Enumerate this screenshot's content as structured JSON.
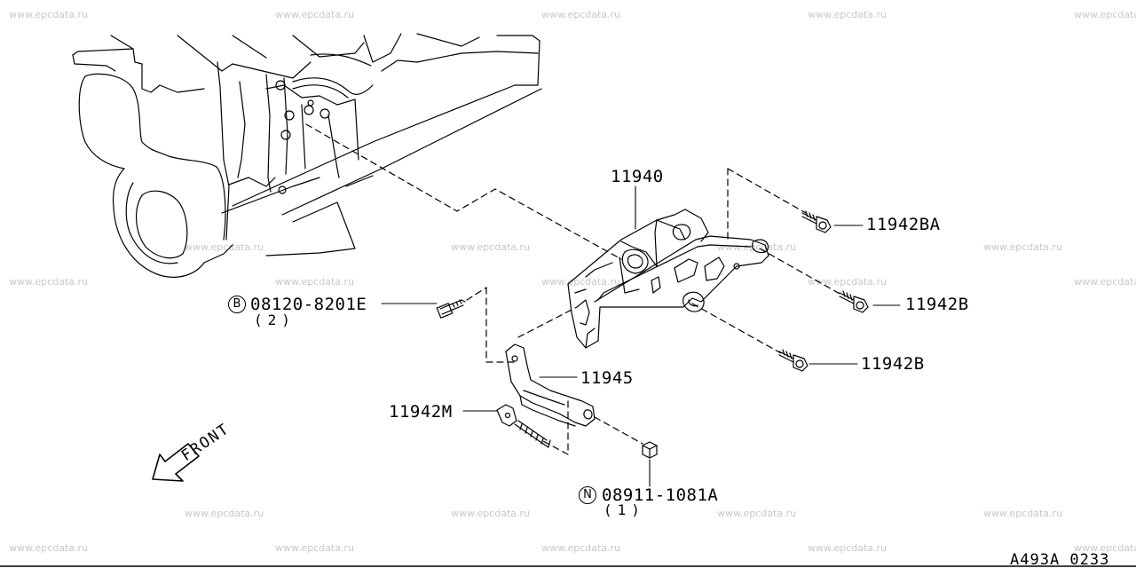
{
  "watermark": "www.epcdata.ru",
  "drawing_code": "A493A 0233",
  "direction_label": "FRONT",
  "parts": {
    "bracket_main": "11940",
    "bolt_ba": "11942BA",
    "bolt_b_upper": "11942B",
    "bolt_b_lower": "11942B",
    "bracket_lower": "11945",
    "stud": "11942M"
  },
  "bolt_std": {
    "symbol": "B",
    "number": "08120-8201E",
    "qty": "(2)"
  },
  "nut_std": {
    "symbol": "N",
    "number": "08911-1081A",
    "qty": "(1)"
  },
  "colors": {
    "line": "#000000",
    "watermark": "#c8c8c8",
    "background": "#ffffff"
  }
}
